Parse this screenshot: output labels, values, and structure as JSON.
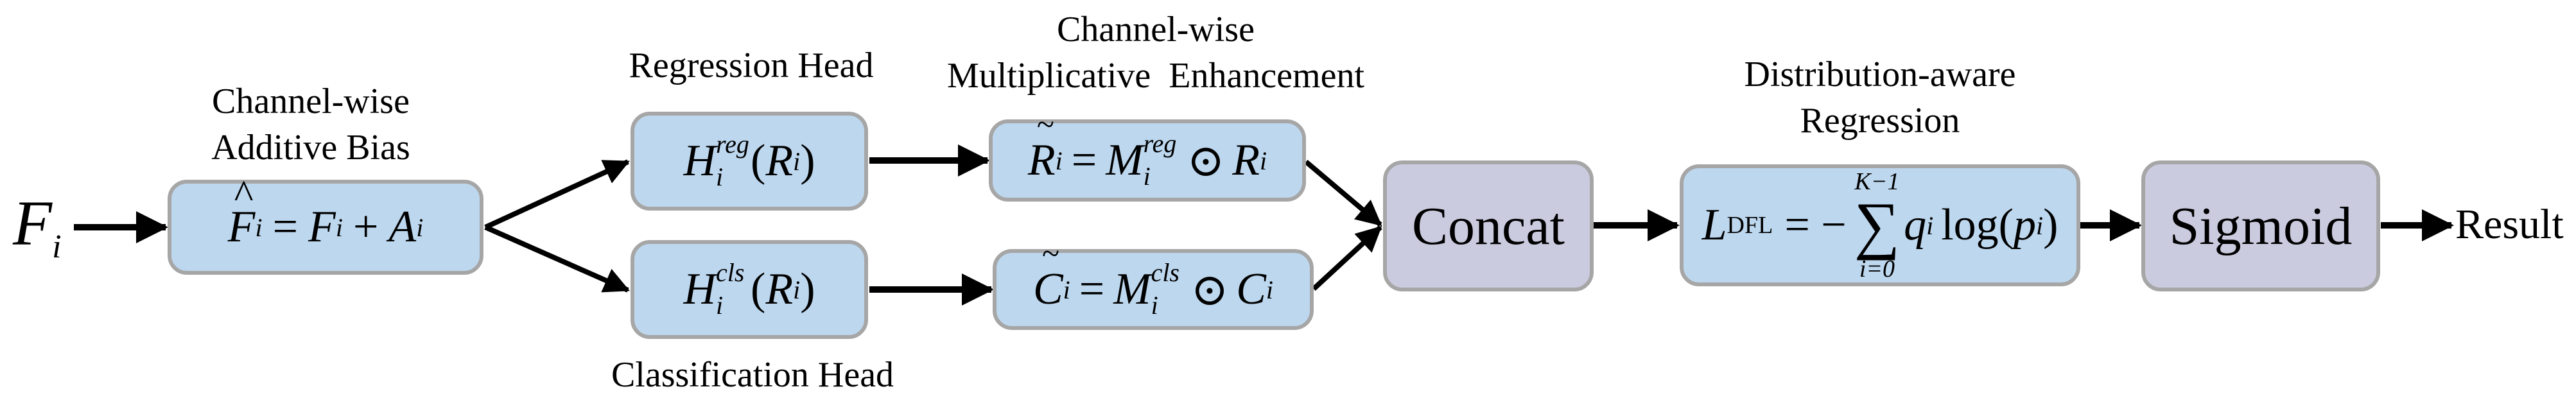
{
  "input": {
    "symbol": "F",
    "sub": "i"
  },
  "labels": {
    "additive_bias": [
      "Channel-wise",
      "Additive Bias"
    ],
    "regression_head": "Regression Head",
    "classification_head": "Classification Head",
    "enhancement": [
      "Channel-wise",
      "Multiplicative  Enhancement"
    ],
    "dfl": [
      "Distribution-aware",
      "Regression"
    ]
  },
  "boxes": {
    "bias": {
      "lhs": "F",
      "lhs_sub": "i",
      "eq": "=",
      "t1": "F",
      "t1_sub": "i",
      "op": "+",
      "t2": "A",
      "t2_sub": "i"
    },
    "reg_head": {
      "h": "H",
      "sub": "i",
      "sup": "reg",
      "arg": "R",
      "arg_sub": "i",
      "lp": "(",
      "rp": ")"
    },
    "cls_head": {
      "h": "H",
      "sub": "i",
      "sup": "cls",
      "arg": "R",
      "arg_sub": "i",
      "lp": "(",
      "rp": ")"
    },
    "reg_enh": {
      "lhs": "R",
      "lhs_sub": "i",
      "eq": "=",
      "m": "M",
      "m_sub": "i",
      "m_sup": "reg",
      "op": "⊙",
      "rhs": "R",
      "rhs_sub": "i"
    },
    "cls_enh": {
      "lhs": "C",
      "lhs_sub": "i",
      "eq": "=",
      "m": "M",
      "m_sub": "i",
      "m_sup": "cls",
      "op": "⊙",
      "rhs": "C",
      "rhs_sub": "i"
    },
    "concat": "Concat",
    "dfl": {
      "l": "L",
      "l_sub": "DFL",
      "eq": "= −",
      "upper": "K−1",
      "sigma": "∑",
      "lower": "i=0",
      "q": "q",
      "q_sub": "i",
      "log": "log(",
      "p": "p",
      "p_sub": "i",
      "rp": ")"
    },
    "sigmoid": "Sigmoid"
  },
  "output": "Result",
  "colors": {
    "blue_box": "#bdd7ee",
    "purple_box": "#cbcbe0",
    "border": "#a6a6a6",
    "arrow": "#000000"
  }
}
